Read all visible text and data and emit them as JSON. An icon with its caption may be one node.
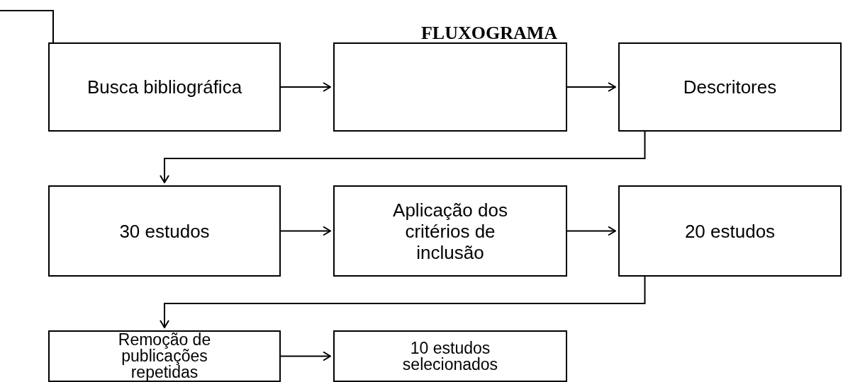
{
  "diagram": {
    "title": "FLUXOGRAMA",
    "nodes": [
      {
        "text": [
          "Busca bibliográfica"
        ]
      },
      {
        "text": [],
        "shape": "box"
      },
      {
        "text": [
          "Descritores"
        ]
      },
      {
        "text": [
          "30 estudos"
        ]
      },
      {
        "text": [
          "Aplicação dos critérios de inclusão"
        ]
      },
      {
        "text": [
          "20 estudos"
        ]
      },
      {
        "text": [
          "Remoção de publicações repetidas"
        ]
      },
      {
        "text": [
          "10 estudos selecionados"
        ]
      }
    ],
    "edges": [
      {
        "from": null,
        "to": 0,
        "arrow": "none"
      },
      {
        "from": 0,
        "to": 1,
        "arrow": "to"
      },
      {
        "from": 1,
        "to": 2,
        "arrow": "to"
      },
      {
        "from": 2,
        "to": 3,
        "arrow": "to"
      },
      {
        "from": 3,
        "to": 4,
        "arrow": "to"
      },
      {
        "from": 4,
        "to": 5,
        "arrow": "to"
      },
      {
        "from": 5,
        "to": 6,
        "arrow": "to"
      },
      {
        "from": 6,
        "to": 7,
        "arrow": "to"
      }
    ]
  }
}
